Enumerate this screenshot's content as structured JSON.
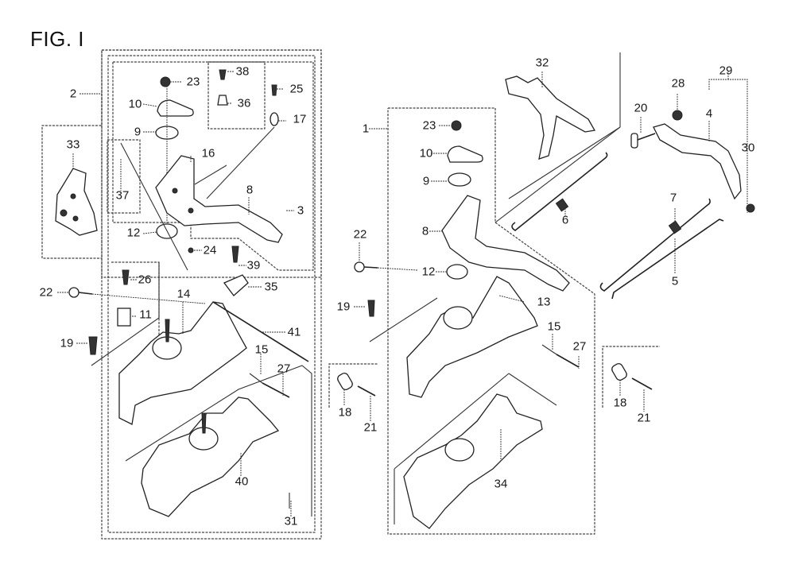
{
  "figure": {
    "title": "FIG. I"
  },
  "callouts": [
    {
      "id": "2",
      "text": "2"
    },
    {
      "id": "33",
      "text": "33"
    },
    {
      "id": "37",
      "text": "37"
    },
    {
      "id": "23a",
      "text": "23"
    },
    {
      "id": "10a",
      "text": "10"
    },
    {
      "id": "9a",
      "text": "9"
    },
    {
      "id": "16",
      "text": "16"
    },
    {
      "id": "38",
      "text": "38"
    },
    {
      "id": "36",
      "text": "36"
    },
    {
      "id": "25",
      "text": "25"
    },
    {
      "id": "17",
      "text": "17"
    },
    {
      "id": "8a",
      "text": "8"
    },
    {
      "id": "3",
      "text": "3"
    },
    {
      "id": "12a",
      "text": "12"
    },
    {
      "id": "24",
      "text": "24"
    },
    {
      "id": "39",
      "text": "39"
    },
    {
      "id": "26",
      "text": "26"
    },
    {
      "id": "35",
      "text": "35"
    },
    {
      "id": "22a",
      "text": "22"
    },
    {
      "id": "14",
      "text": "14"
    },
    {
      "id": "11",
      "text": "11"
    },
    {
      "id": "41",
      "text": "41"
    },
    {
      "id": "19a",
      "text": "19"
    },
    {
      "id": "15a",
      "text": "15"
    },
    {
      "id": "27a",
      "text": "27"
    },
    {
      "id": "40",
      "text": "40"
    },
    {
      "id": "31",
      "text": "31"
    },
    {
      "id": "1",
      "text": "1"
    },
    {
      "id": "23b",
      "text": "23"
    },
    {
      "id": "10b",
      "text": "10"
    },
    {
      "id": "9b",
      "text": "9"
    },
    {
      "id": "32",
      "text": "32"
    },
    {
      "id": "6",
      "text": "6"
    },
    {
      "id": "22b",
      "text": "22"
    },
    {
      "id": "8b",
      "text": "8"
    },
    {
      "id": "12b",
      "text": "12"
    },
    {
      "id": "13",
      "text": "13"
    },
    {
      "id": "19b",
      "text": "19"
    },
    {
      "id": "15b",
      "text": "15"
    },
    {
      "id": "27b",
      "text": "27"
    },
    {
      "id": "18a",
      "text": "18"
    },
    {
      "id": "21a",
      "text": "21"
    },
    {
      "id": "34",
      "text": "34"
    },
    {
      "id": "29",
      "text": "29"
    },
    {
      "id": "28",
      "text": "28"
    },
    {
      "id": "20",
      "text": "20"
    },
    {
      "id": "4",
      "text": "4"
    },
    {
      "id": "30",
      "text": "30"
    },
    {
      "id": "7",
      "text": "7"
    },
    {
      "id": "5",
      "text": "5"
    },
    {
      "id": "18b",
      "text": "18"
    },
    {
      "id": "21b",
      "text": "21"
    }
  ]
}
